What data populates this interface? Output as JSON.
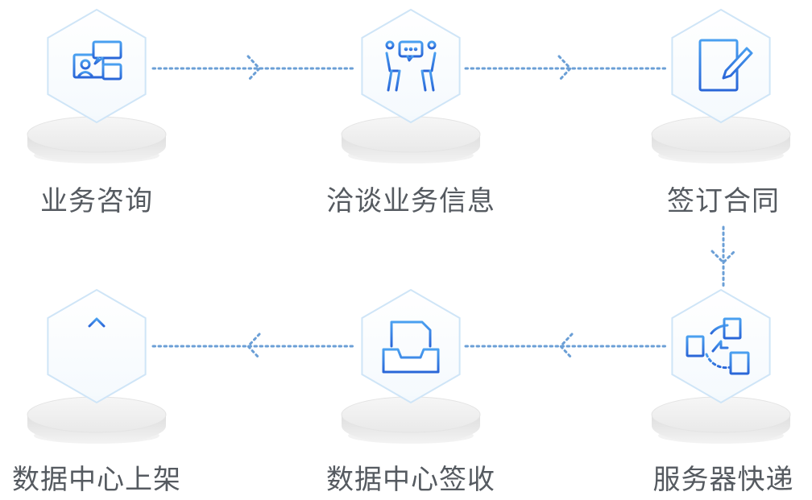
{
  "steps": [
    {
      "label": "业务咨询",
      "icon": "consultation-icon"
    },
    {
      "label": "洽谈业务信息",
      "icon": "negotiation-icon"
    },
    {
      "label": "签订合同",
      "icon": "contract-icon"
    },
    {
      "label": "服务器快递",
      "icon": "server-transfer-icon"
    },
    {
      "label": "数据中心签收",
      "icon": "inbox-tray-icon"
    },
    {
      "label": "数据中心上架",
      "icon": "rack-upload-icon"
    }
  ],
  "colors": {
    "icon_blue": "#2f7ae5",
    "icon_light": "#5aa6f2",
    "hex_stroke": "#cfe5f7",
    "connector": "#6b9fd6",
    "pedestal": "#ececec",
    "label": "#555a60"
  }
}
